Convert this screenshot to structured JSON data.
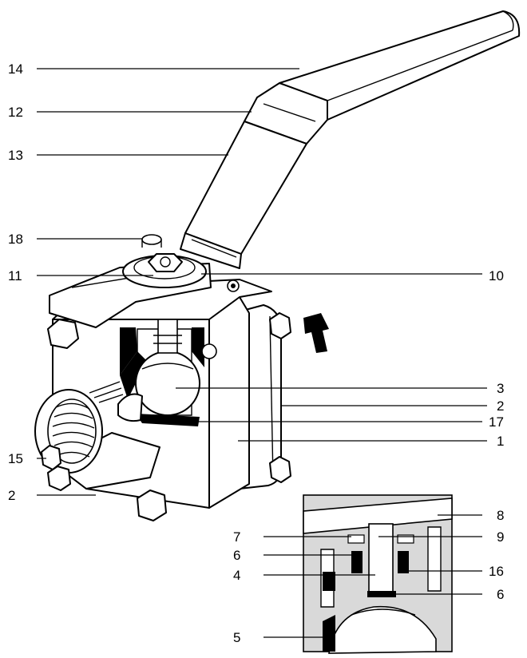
{
  "callouts": {
    "c14": "14",
    "c12": "12",
    "c13": "13",
    "c18": "18",
    "c11": "11",
    "c10": "10",
    "c3": "3",
    "c2_right": "2",
    "c17": "17",
    "c1": "1",
    "c15": "15",
    "c2_left": "2",
    "c8": "8",
    "c7": "7",
    "c9": "9",
    "c6_left": "6",
    "c16": "16",
    "c4": "4",
    "c6_right": "6",
    "c5": "5"
  },
  "colors": {
    "ink": "#000000",
    "paper": "#ffffff",
    "detail_background": "#d9d9d9"
  },
  "icons": {
    "flow_direction": "flow-direction-arrow-icon"
  }
}
